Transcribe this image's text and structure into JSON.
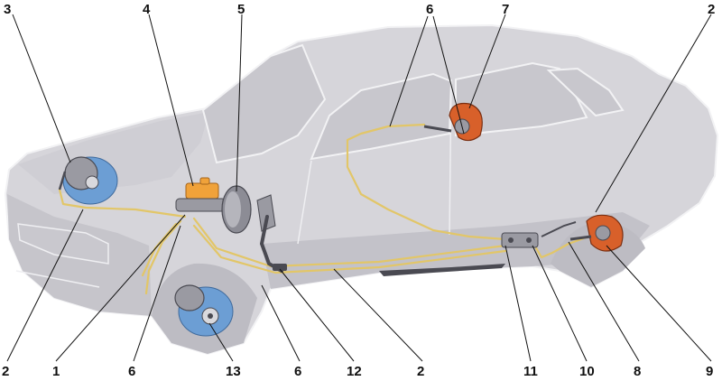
{
  "labels": {
    "l_3": "3",
    "l_4": "4",
    "l_5": "5",
    "l_6_top": "6",
    "l_7": "7",
    "l_2_top": "2",
    "l_2_bl": "2",
    "l_1": "1",
    "l_6_bl": "6",
    "l_13": "13",
    "l_6_bm": "6",
    "l_12": "12",
    "l_2_bm": "2",
    "l_11": "11",
    "l_10": "10",
    "l_8": "8",
    "l_9": "9"
  },
  "colors": {
    "car_body": "#d6d5da",
    "car_shadow": "#b9b8bf",
    "car_edge": "#f2f2f4",
    "window": "#c8c7cd",
    "brake_line": "#e2c668",
    "reservoir": "#f0a23a",
    "rotor_blue": "#6c9ed4",
    "shoe_orange": "#d8602a",
    "metal": "#9a9aa2",
    "dark": "#4a4a52",
    "leader": "#111111"
  }
}
